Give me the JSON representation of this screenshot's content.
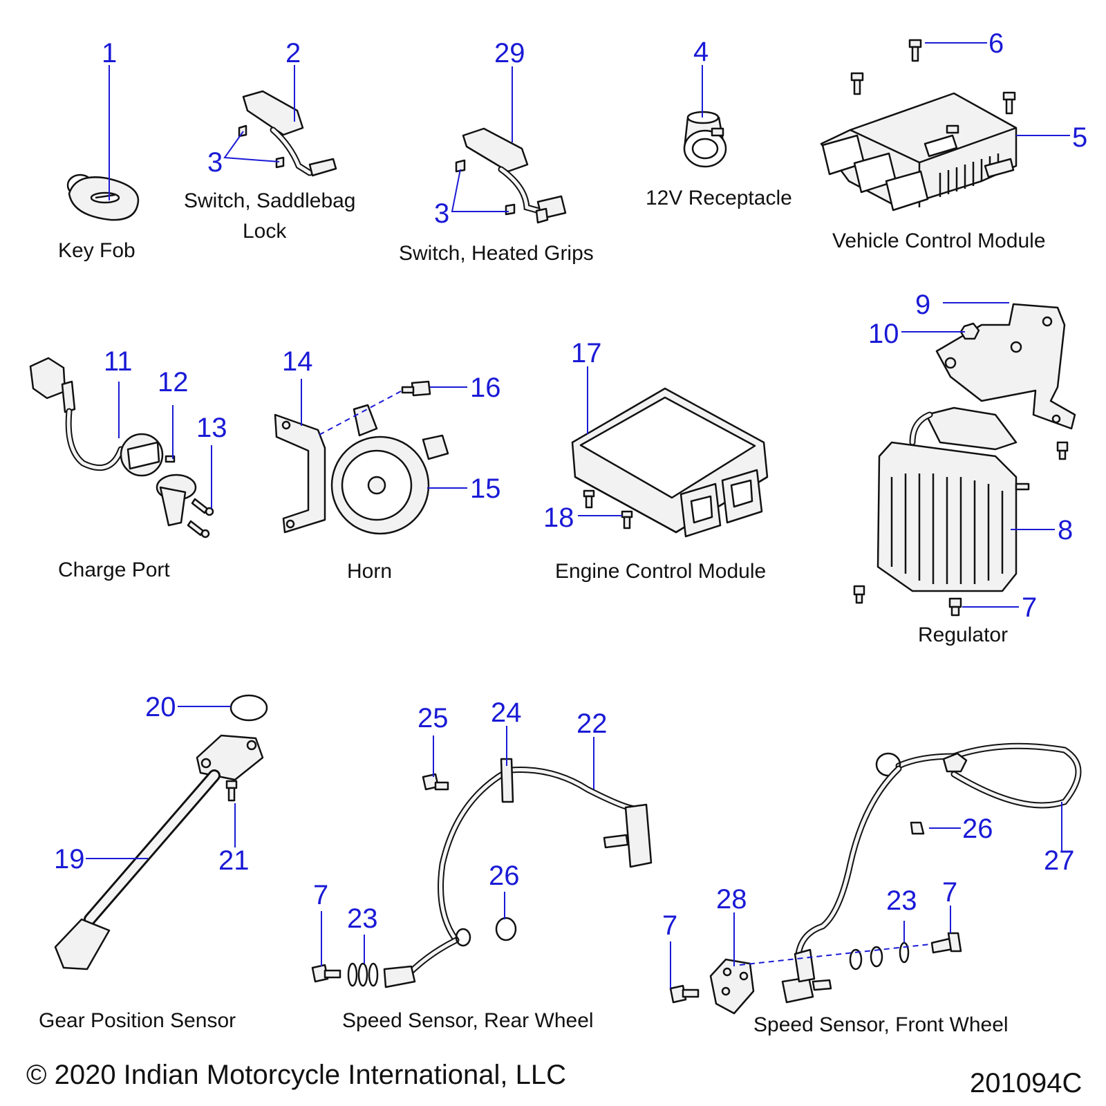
{
  "captions": {
    "key_fob": "Key Fob",
    "saddlebag_line1": "Switch, Saddlebag",
    "saddlebag_line2": "Lock",
    "heated_grips": "Switch, Heated Grips",
    "receptacle": "12V Receptacle",
    "vcm": "Vehicle Control Module",
    "charge_port": "Charge Port",
    "horn": "Horn",
    "ecm": "Engine Control Module",
    "regulator": "Regulator",
    "gear_sensor": "Gear Position Sensor",
    "speed_rear": "Speed Sensor, Rear Wheel",
    "speed_front": "Speed Sensor, Front Wheel"
  },
  "labels": {
    "n1": "1",
    "n2": "2",
    "n3a": "3",
    "n3b": "3",
    "n29": "29",
    "n4": "4",
    "n6": "6",
    "n5": "5",
    "n9": "9",
    "n10": "10",
    "n11": "11",
    "n12": "12",
    "n13": "13",
    "n14": "14",
    "n16": "16",
    "n15": "15",
    "n17": "17",
    "n18": "18",
    "n8": "8",
    "n7a": "7",
    "n20": "20",
    "n19": "19",
    "n21": "21",
    "n25": "25",
    "n24": "24",
    "n22": "22",
    "n26a": "26",
    "n7b": "7",
    "n23a": "23",
    "n26b": "26",
    "n27": "27",
    "n28": "28",
    "n7c": "7",
    "n23b": "23",
    "n7d": "7"
  },
  "footer": {
    "copyright": "© 2020 Indian Motorcycle International, LLC",
    "figure_id": "201094C"
  },
  "colors": {
    "callout": "#1a1ad6",
    "text": "#111111",
    "background": "#ffffff"
  }
}
